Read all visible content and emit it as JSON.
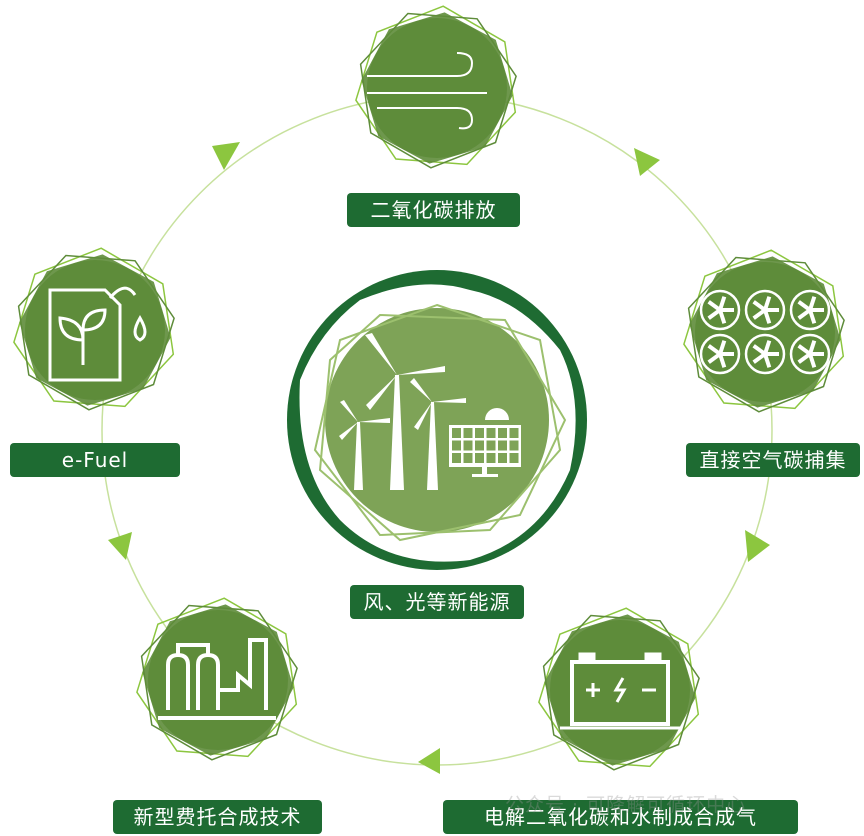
{
  "nodes": [
    {
      "id": "co2-emission",
      "label": "二氧化碳排放",
      "icon": "wind-icon"
    },
    {
      "id": "direct-air-capture",
      "label": "直接空气碳捕集",
      "icon": "fans-icon"
    },
    {
      "id": "electrolysis",
      "label": "电解二氧化碳和水制成合成气",
      "icon": "battery-icon"
    },
    {
      "id": "fischer-tropsch",
      "label": "新型费托合成技术",
      "icon": "factory-icon"
    },
    {
      "id": "efuel",
      "label": "e-Fuel",
      "icon": "fuel-can-icon"
    }
  ],
  "center": {
    "label": "风、光等新能源",
    "icon": "wind-solar-globe-icon"
  },
  "watermark": "公众号 · 可降解可循环中心",
  "colors": {
    "dark_green": "#1e6b32",
    "mid_green": "#5e8c3a",
    "light_green": "#8cc63f",
    "ring": "#b5d98a"
  }
}
